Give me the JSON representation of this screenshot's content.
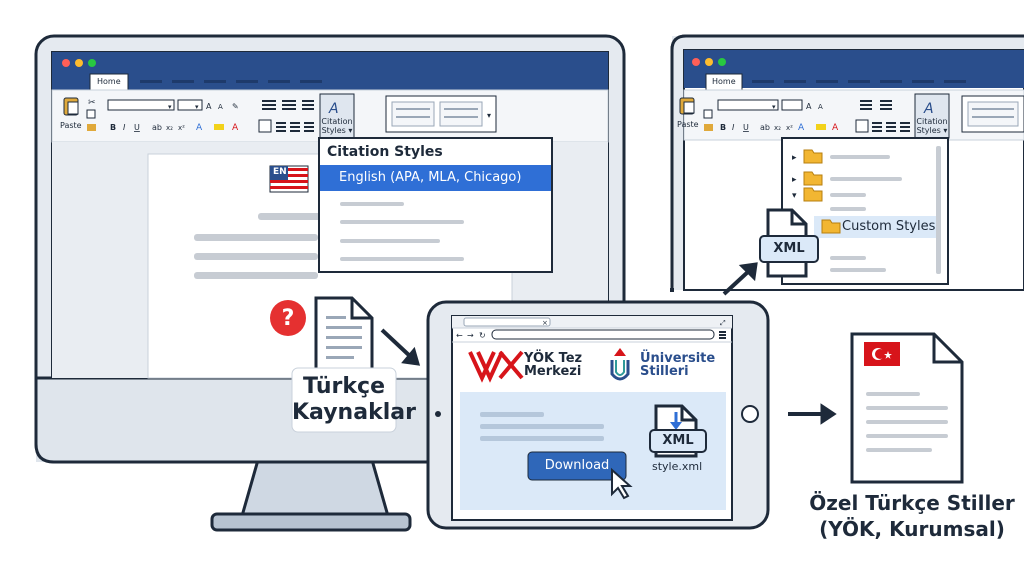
{
  "colors": {
    "outline": "#1e2a3a",
    "titlebar": "#2a4e8c",
    "accent": "#2f6fd6",
    "button": "#2f67b9",
    "folder": "#f2b632",
    "flag_red": "#d7141a",
    "question": "#e53030",
    "panel": "#dbe9f8"
  },
  "word_left": {
    "tab_home": "Home",
    "paste_label": "Paste",
    "citation_label_line1": "Citation",
    "citation_label_line2": "Styles"
  },
  "citation_menu": {
    "title": "Citation Styles",
    "selected": "English (APA, MLA, Chicago)"
  },
  "flag_en": {
    "text": "EN"
  },
  "question_badge": "?",
  "turkish_sources": {
    "line1": "Türkçe",
    "line2": "Kaynaklar"
  },
  "tablet": {
    "yok_logo_line1": "YÖK Tez",
    "yok_logo_line2": "Merkezi",
    "uni_logo_line1": "Üniversite",
    "uni_logo_line2": "Stilleri",
    "download_button": "Download",
    "xml_badge": "XML",
    "file_name": "style.xml"
  },
  "word_right": {
    "tab_home": "Home",
    "paste_label": "Paste",
    "citation_label_line1": "Citation",
    "citation_label_line2": "Styles",
    "custom_styles": "Custom Styles",
    "xml_badge": "XML"
  },
  "output": {
    "line1": "Özel Türkçe Stiller",
    "line2": "(YÖK, Kurumsal)"
  }
}
